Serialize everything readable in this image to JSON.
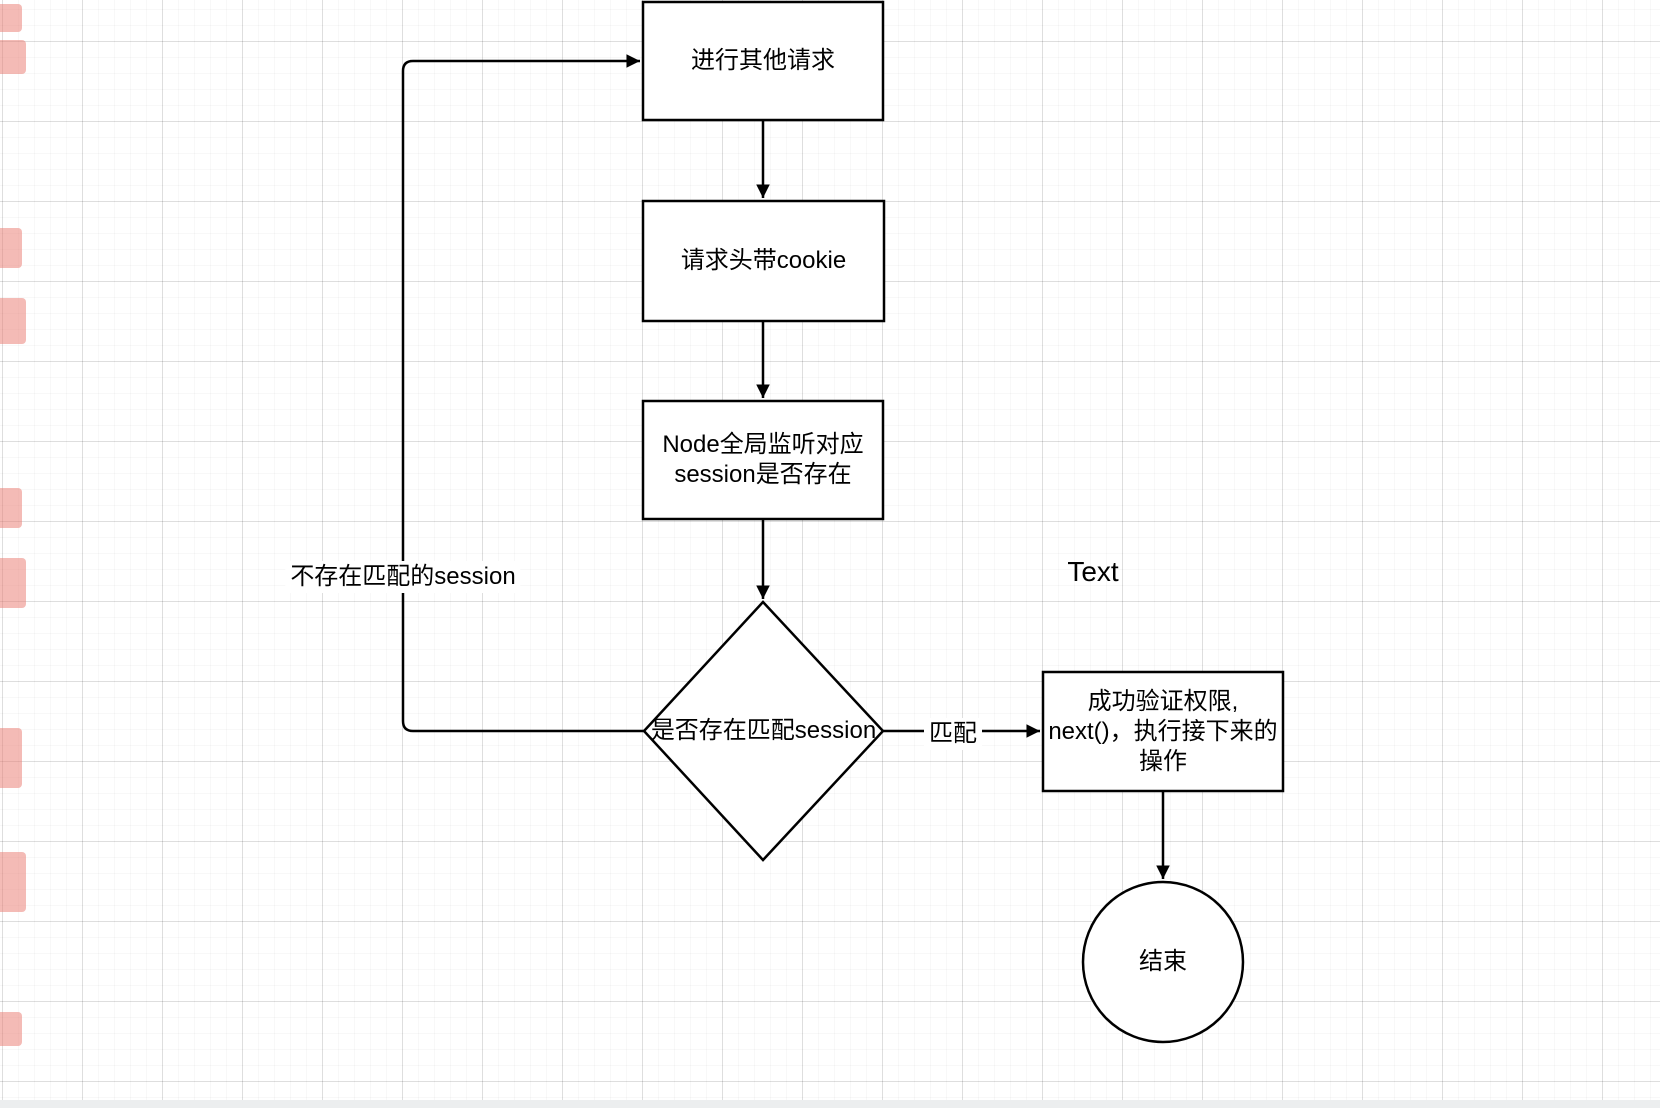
{
  "canvas": {
    "floating_label": "Text"
  },
  "nodes": {
    "other_requests": {
      "label": "进行其他请求"
    },
    "cookie_header": {
      "label": "请求头带cookie"
    },
    "node_listen": {
      "line1": "Node全局监听对应",
      "line2": "session是否存在"
    },
    "session_decision": {
      "label": "是否存在匹配session"
    },
    "verify_success": {
      "line1": "成功验证权限,",
      "line2": "next()，执行接下来的",
      "line3": "操作"
    },
    "end_circle": {
      "label": "结束"
    }
  },
  "edges": {
    "match_label": "匹配",
    "no_match_label": "不存在匹配的session"
  },
  "colors": {
    "shape_stroke": "#000000",
    "shape_fill": "#ffffff",
    "edge_mark": "#e9786d",
    "grid_major": "#e3e3e3",
    "grid_minor": "#f7f7f7"
  }
}
